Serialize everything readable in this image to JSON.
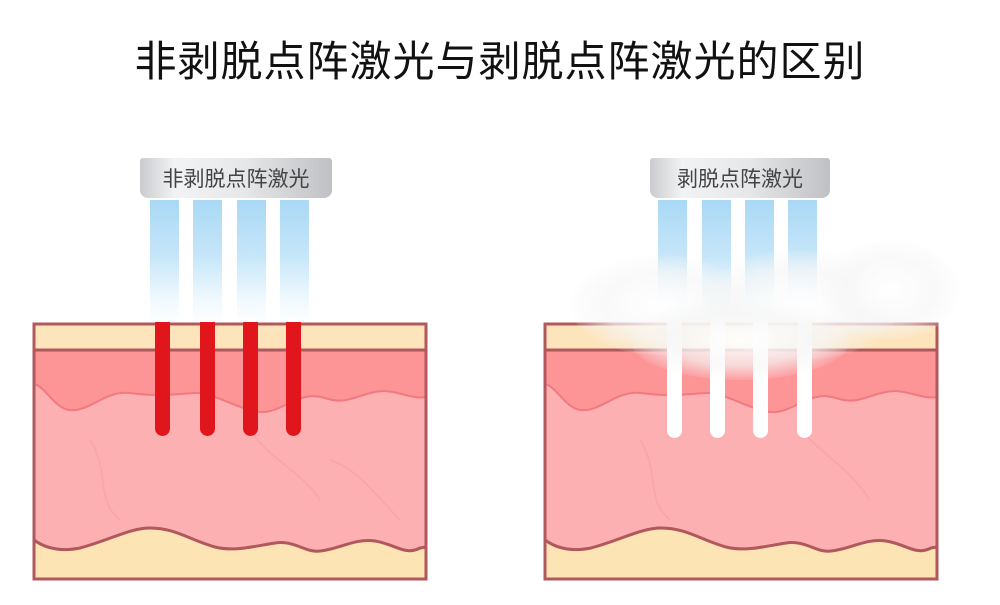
{
  "title": "非剥脱点阵激光与剥脱点阵激光的区别",
  "panels": [
    {
      "label": "非剥脱点阵激光",
      "channel_color": "#e0161c",
      "effect": "red coagulation columns"
    },
    {
      "label": "剥脱点阵激光",
      "channel_color": "#ffffff",
      "effect": "white ablated channels with vapor plume"
    }
  ],
  "colors": {
    "epidermis": "#fde4bb",
    "dermis_upper": "#fd9597",
    "dermis_lower": "#fdb0b2",
    "subcutis": "#fde4b5",
    "outline": "#b0585c",
    "beam": "#a9d8f5"
  }
}
